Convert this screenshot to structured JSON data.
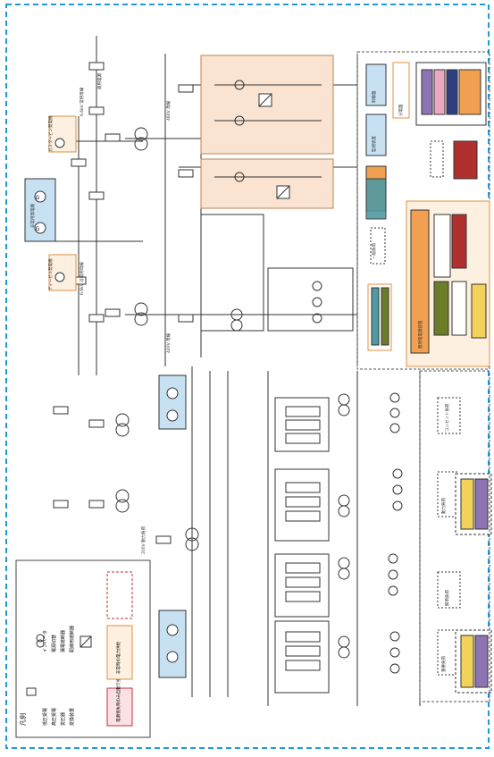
{
  "legend": {
    "title": "凡例",
    "items": [
      "低圧受電",
      "高圧受電",
      "変圧器",
      "変換装置",
      "インバータ",
      "電源切替",
      "漏電遮断器",
      "配線用遮断器"
    ],
    "notes": [
      "電源喪失時のみ自動で投入",
      "非常時の電力供給"
    ]
  },
  "labels": {
    "buses": [
      "6.6kV 常用母線",
      "6.6kV 非常用母線",
      "460V 母線",
      "440V 母線",
      "200V 動力負荷"
    ],
    "sources": [
      "商用電源",
      "非常用発電機",
      "ガスタービン発電機",
      "ディーゼル発電機"
    ],
    "loads": [
      "コンセント負荷",
      "照明負荷",
      "動力負荷",
      "重要負荷",
      "一般負荷"
    ],
    "panels": [
      "分電盤",
      "制御盤",
      "監視装置",
      "無停電電源装置"
    ]
  },
  "colors": {
    "dashed_frame": "#1f9ad8",
    "panel_peach": "#fae3d0",
    "panel_blue": "#c7e1f2",
    "box_red": "#b03030",
    "box_navy": "#2d3f7e",
    "box_olive": "#6c7d2a",
    "box_orange": "#f0a050",
    "box_yellow": "#f3d25c",
    "box_purple": "#8e74b2",
    "box_teal": "#4f9aa3",
    "box_cyan": "#6fb7cf",
    "box_pink": "#e8a8c2",
    "box_gray": "#7a7a7a"
  }
}
